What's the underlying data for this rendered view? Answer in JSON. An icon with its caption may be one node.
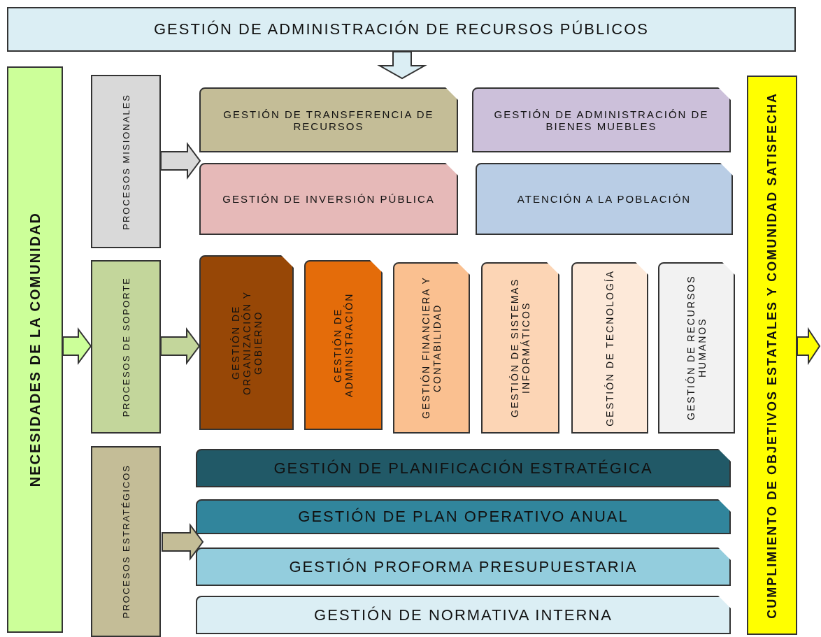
{
  "diagram": {
    "nodes": [
      {
        "text": [
          "GESTIÓN DE ADMINISTRACIÓN DE RECURSOS PÚBLICOS"
        ]
      },
      {
        "text": [
          "NECESIDADES DE LA COMUNIDAD"
        ]
      },
      {
        "text": [
          "PROCESOS MISIONALES"
        ]
      },
      {
        "text": [
          "GESTIÓN DE TRANSFERENCIA DE RECURSOS"
        ]
      },
      {
        "text": [
          "GESTIÓN DE ADMINISTRACIÓN DE BIENES MUEBLES"
        ]
      },
      {
        "text": [
          "GESTIÓN DE INVERSIÓN PÚBLICA"
        ]
      },
      {
        "text": [
          "ATENCIÓN A LA POBLACIÓN"
        ]
      },
      {
        "text": [
          "PROCESOS DE SOPORTE"
        ]
      },
      {
        "text": [
          "GESTIÓN DE ORGANIZACIÓN Y GOBIERNO"
        ]
      },
      {
        "text": [
          "GESTIÓN DE ADMINISTRACIÓN"
        ]
      },
      {
        "text": [
          "GESTIÓN FINANCIERA Y CONTABILIDAD"
        ]
      },
      {
        "text": [
          "GESTIÓN DE SISTEMAS INFORMÁTICOS"
        ]
      },
      {
        "text": [
          "GESTIÓN DE TECNOLOGÍA"
        ]
      },
      {
        "text": [
          "GESTIÓN DE RECURSOS HUMANOS"
        ]
      },
      {
        "text": [
          "PROCESOS ESTRATÉGICOS"
        ]
      },
      {
        "text": [
          "GESTIÓN DE PLANIFICACIÓN ESTRATÉGICA"
        ]
      },
      {
        "text": [
          "GESTIÓN DE PLAN OPERATIVO ANUAL"
        ]
      },
      {
        "text": [
          "GESTIÓN PROFORMA PRESUPUESTARIA"
        ]
      },
      {
        "text": [
          "GESTIÓN DE NORMATIVA INTERNA"
        ]
      },
      {
        "text": [
          "CUMPLIMIENTO DE OBJETIVOS ESTATALES Y COMUNIDAD SATISFECHA"
        ]
      }
    ],
    "edges": [
      {
        "from": 0,
        "to": null,
        "arrow": "to"
      },
      {
        "from": 1,
        "to": 7,
        "arrow": "to"
      },
      {
        "from": 2,
        "to": null,
        "arrow": "to"
      },
      {
        "from": 7,
        "to": 8,
        "arrow": "to"
      },
      {
        "from": 14,
        "to": null,
        "arrow": "to"
      },
      {
        "from": 19,
        "to": null,
        "arrow": "to"
      }
    ]
  }
}
